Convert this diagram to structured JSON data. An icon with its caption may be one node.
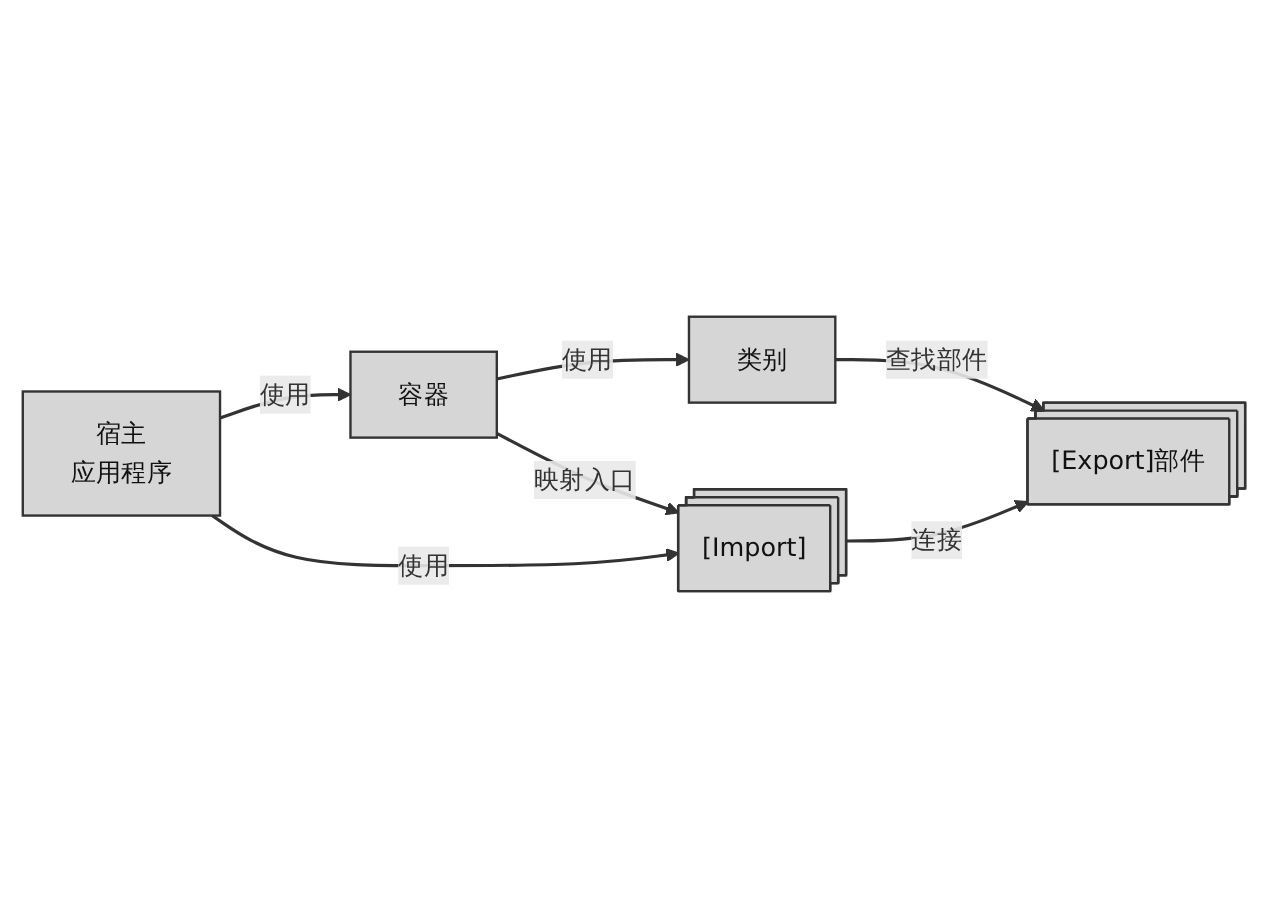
{
  "diagram": {
    "nodes": [
      {
        "text": [
          "宿主",
          "应用程序"
        ]
      },
      {
        "text": [
          "容器"
        ]
      },
      {
        "text": [
          "类别"
        ]
      },
      {
        "text": [
          "[Import]"
        ]
      },
      {
        "text": [
          "[Export]部件"
        ]
      }
    ],
    "edges": [
      {
        "from": 0,
        "to": 1,
        "arrow": "to",
        "label": "使用"
      },
      {
        "from": 1,
        "to": 2,
        "arrow": "to",
        "label": "使用"
      },
      {
        "from": 0,
        "to": 3,
        "arrow": "to",
        "label": "使用"
      },
      {
        "from": 1,
        "to": 3,
        "arrow": "to",
        "label": "映射入口"
      },
      {
        "from": 2,
        "to": 4,
        "arrow": "to",
        "label": "查找部件"
      },
      {
        "from": 3,
        "to": 4,
        "arrow": "to",
        "label": "连接"
      }
    ]
  }
}
